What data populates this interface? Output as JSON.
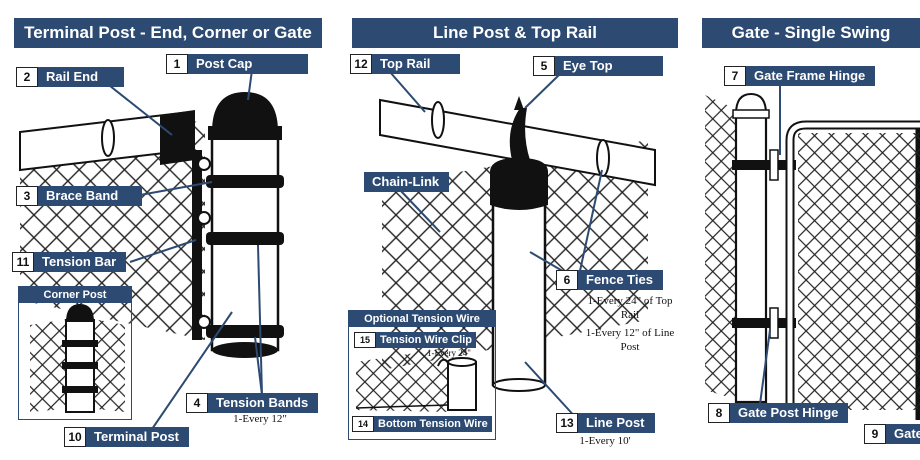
{
  "sections": {
    "terminal": "Terminal Post - End, Corner or Gate",
    "line": "Line Post & Top Rail",
    "gate": "Gate - Single Swing"
  },
  "labels": {
    "post_cap": {
      "num": "1",
      "text": "Post Cap"
    },
    "rail_end": {
      "num": "2",
      "text": "Rail End"
    },
    "brace_band": {
      "num": "3",
      "text": "Brace Band"
    },
    "tension_bands": {
      "num": "4",
      "text": "Tension Bands"
    },
    "eye_top": {
      "num": "5",
      "text": "Eye Top"
    },
    "fence_ties": {
      "num": "6",
      "text": "Fence Ties"
    },
    "gate_frame_hinge": {
      "num": "7",
      "text": "Gate Frame Hinge"
    },
    "gate_post_hinge": {
      "num": "8",
      "text": "Gate Post Hinge"
    },
    "gate": {
      "num": "9",
      "text": "Gate"
    },
    "terminal_post": {
      "num": "10",
      "text": "Terminal Post"
    },
    "tension_bar": {
      "num": "11",
      "text": "Tension Bar"
    },
    "top_rail": {
      "num": "12",
      "text": "Top Rail"
    },
    "line_post": {
      "num": "13",
      "text": "Line Post"
    },
    "bottom_tension_wire": {
      "num": "14",
      "text": "Bottom Tension Wire"
    },
    "tension_wire_clip": {
      "num": "15",
      "text": "Tension Wire Clip"
    },
    "chain_link": {
      "text": "Chain-Link"
    }
  },
  "notes": {
    "tension_bands": "1-Every 12\"",
    "fence_ties_rail": "1-Every 24\" of Top Rail",
    "fence_ties_post": "1-Every 12\" of Line Post",
    "line_post": "1-Every 10'",
    "clip": "1-Every 24\""
  },
  "insets": {
    "corner_post": "Corner Post",
    "tension_wire": "Optional Tension Wire"
  },
  "colors": {
    "header": "#2c4a72",
    "ink": "#111111"
  }
}
